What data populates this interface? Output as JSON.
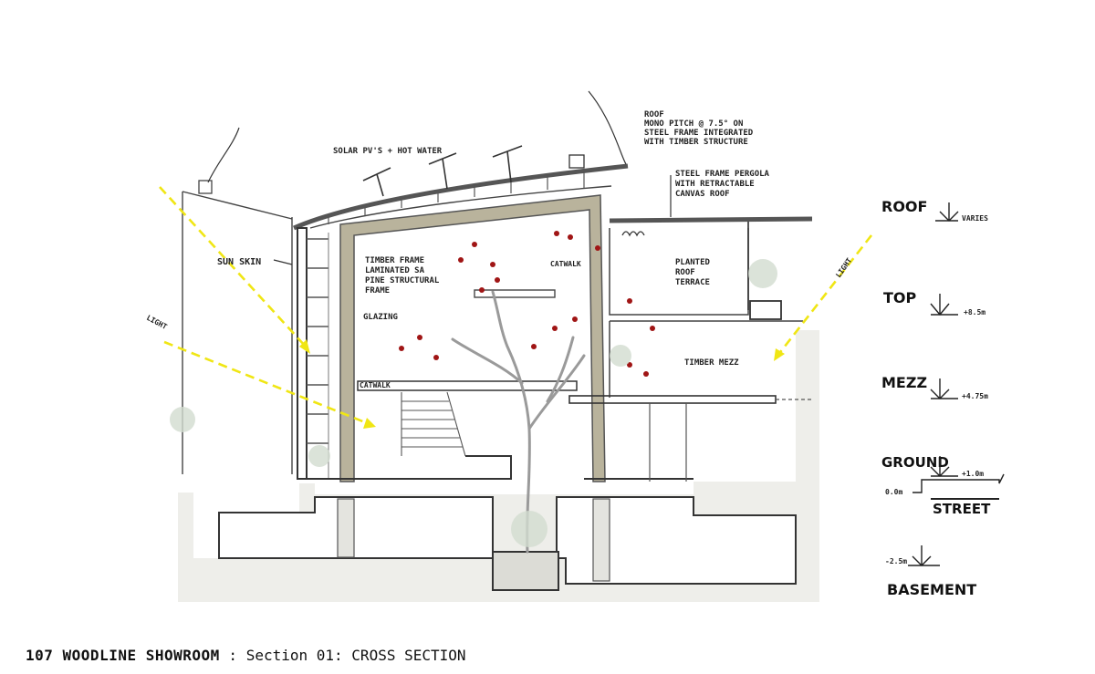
{
  "colors": {
    "ink": "#333333",
    "ground_fill": "#eeeeea",
    "timber": "#b9b39c",
    "sun": "#f0e614",
    "berry": "#a01515",
    "branch": "#9a9a9a",
    "foliage": "#d2dccf"
  },
  "annotations": {
    "roof_line1": "ROOF",
    "roof_line2": "MONO PITCH @ 7.5° ON",
    "roof_line3": "STEEL FRAME INTEGRATED",
    "roof_line4": "WITH TIMBER STRUCTURE",
    "solar": "SOLAR PV'S + HOT WATER",
    "pergola_line1": "STEEL FRAME PERGOLA",
    "pergola_line2": "WITH RETRACTABLE",
    "pergola_line3": "CANVAS ROOF",
    "sun_skin": "SUN SKIN",
    "light_left": "LIGHT",
    "light_right": "LIGHT",
    "timber_line1": "TIMBER FRAME",
    "timber_line2": "LAMINATED SA",
    "timber_line3": "PINE STRUCTURAL",
    "timber_line4": "FRAME",
    "catwalk_upper": "CATWALK",
    "catwalk_lower": "CATWALK",
    "glazing": "GLAZING",
    "planted_line1": "PLANTED",
    "planted_line2": "ROOF",
    "planted_line3": "TERRACE",
    "timber_mezz": "TIMBER MEZZ"
  },
  "levels": [
    {
      "name": "ROOF",
      "value": "VARIES"
    },
    {
      "name": "TOP",
      "value": "+8.5m"
    },
    {
      "name": "MEZZ",
      "value": "+4.75m"
    },
    {
      "name": "GROUND",
      "value": "+1.0m"
    },
    {
      "name": "BASEMENT",
      "value": "-2.5m"
    }
  ],
  "datum": {
    "zero": "0.0m",
    "street": "STREET"
  },
  "footer": {
    "project": "107 WOODLINE SHOWROOM",
    "separator": " : ",
    "section": "Section 01: CROSS SECTION"
  }
}
